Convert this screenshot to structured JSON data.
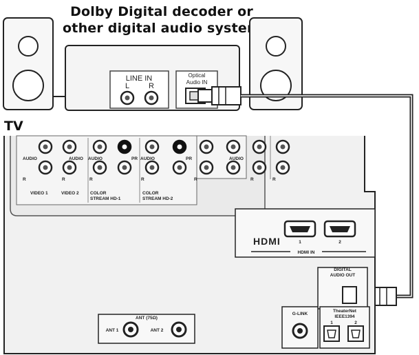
{
  "device": {
    "title_line1": "Dolby Digital decoder or",
    "title_line2": "other digital audio system",
    "line_in_label": "LINE IN",
    "line_in_l": "L",
    "line_in_r": "R",
    "optical_label_1": "Optical",
    "optical_label_2": "Audio IN"
  },
  "tv": {
    "label": "TV",
    "audio_labels": [
      "AUDIO",
      "AUDIO",
      "AUDIO",
      "AUDIO",
      "AUDIO"
    ],
    "r_labels": [
      "R",
      "R",
      "R",
      "R",
      "R",
      "R",
      "R"
    ],
    "pr_labels": [
      "PR",
      "PR"
    ],
    "video1": "VIDEO 1",
    "video2": "VIDEO 2",
    "color_stream_1a": "COLOR",
    "color_stream_1b": "STREAM HD-1",
    "color_stream_2a": "COLOR",
    "color_stream_2b": "STREAM HD-2",
    "hdmi_logo": "HDMI",
    "hdmi_port_1": "1",
    "hdmi_port_2": "2",
    "hdmi_in": "HDMI IN",
    "digital_audio_out_1": "DIGITAL",
    "digital_audio_out_2": "AUDIO OUT",
    "glink": "G-LINK",
    "theaternet": "TheaterNet",
    "ieee1394": "IEEE1394",
    "theaternet_port_1": "1",
    "theaternet_port_2": "2",
    "ant_label": "ANT (75Ω)",
    "ant1": "ANT 1",
    "ant2": "ANT 2"
  }
}
